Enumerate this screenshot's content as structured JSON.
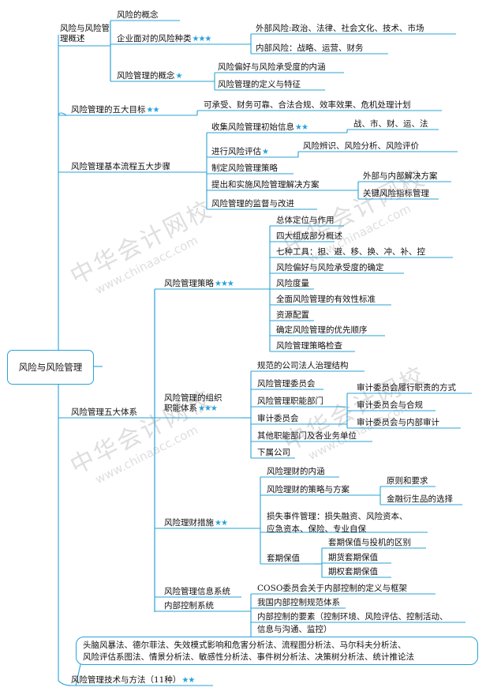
{
  "root": "风险与风险管理",
  "star_glyph": "★",
  "line_color": "#29a3d6",
  "branches": {
    "overview": {
      "label": "风险与风险管理概述",
      "concept": "风险的概念",
      "types": {
        "label": "企业面对的风险种类",
        "stars": 3,
        "external": "外部风险:政治、法律、社会文化、技术、市场",
        "internal": "内部风险：战略、运营、财务"
      },
      "mgmt_concept": {
        "label": "风险管理的概念",
        "stars": 1,
        "c1": "风险偏好与风险承受度的内涵",
        "c2": "风险管理的定义与特征"
      }
    },
    "goals": {
      "label": "风险管理的五大目标",
      "stars": 2,
      "detail": "可承受、财务可靠、合法合规、效率效果、危机处理计划"
    },
    "process": {
      "label": "风险管理基本流程五大步骤",
      "s1": {
        "label": "收集风险管理初始信息",
        "stars": 2,
        "detail": "战、市、财、运、法"
      },
      "s2": {
        "label": "进行风险评估",
        "stars": 1,
        "detail": "风险辨识、风险分析、风险评价"
      },
      "s3": "制定风险管理策略",
      "s4": {
        "label": "提出和实施风险管理解决方案",
        "d1": "外部与内部解决方案",
        "d2": "关键风险指标管理"
      },
      "s5": "风险管理的监督与改进"
    },
    "system": {
      "label": "风险管理五大体系",
      "strategy": {
        "label": "风险管理策略",
        "stars": 3,
        "items": [
          "总体定位与作用",
          "四大组成部分概述",
          "七种工具：担、避、移、换、冲、补、控",
          "风险偏好与风险承受度的确定",
          "风险度量",
          "全面风险管理的有效性标准",
          "资源配置",
          "确定风险管理的优先顺序",
          "风险管理策略检查"
        ]
      },
      "org": {
        "label1": "风险管理的组织",
        "label2": "职能体系",
        "stars": 3,
        "governance": "规范的公司法人治理结构",
        "committee": "风险管理委员会",
        "dept": "风险管理职能部门",
        "audit": {
          "label": "审计委员会",
          "a1": "审计委员会履行职责的方式",
          "a2": "审计委员会与合规",
          "a3": "审计委员会与内部审计"
        },
        "others": "其他职能部门及各业务单位",
        "subsidiary": "下属公司"
      },
      "finance": {
        "label": "风险理财措施",
        "stars": 2,
        "f1": "风险理财的内涵",
        "f2": {
          "label": "风险理财的策略与方案",
          "d1": "原则和要求",
          "d2": "金融衍生品的选择"
        },
        "f3a": "损失事件管理：损失融资、风险资本、",
        "f3b": "应急资本、保险、专业自保",
        "f4": {
          "label": "套期保值",
          "d1": "套期保值与投机的区别",
          "d2": "期货套期保值",
          "d3": "期权套期保值"
        }
      },
      "info": "风险管理信息系统",
      "control": {
        "label": "内部控制系统",
        "c1": "COSO委员会关于内部控制的定义与框架",
        "c2": "我国内部控制规范体系",
        "c3a": "内部控制的要素（控制环境、风险评估、控制活动、",
        "c3b": "信息与沟通、监控）"
      }
    },
    "methods": {
      "label": "风险管理技术与方法（11种）",
      "stars": 2,
      "line1": "头脑风暴法、德尔菲法、失效模式影响和危害分析法、流程图分析法、马尔科夫分析法、",
      "line2": "风险评估系图法、情景分析法、敏感性分析法、事件树分析法、决策树分析法、统计推论法"
    }
  },
  "watermark": {
    "zh": "中华会计网校",
    "en": "www.chinaacc.com"
  }
}
